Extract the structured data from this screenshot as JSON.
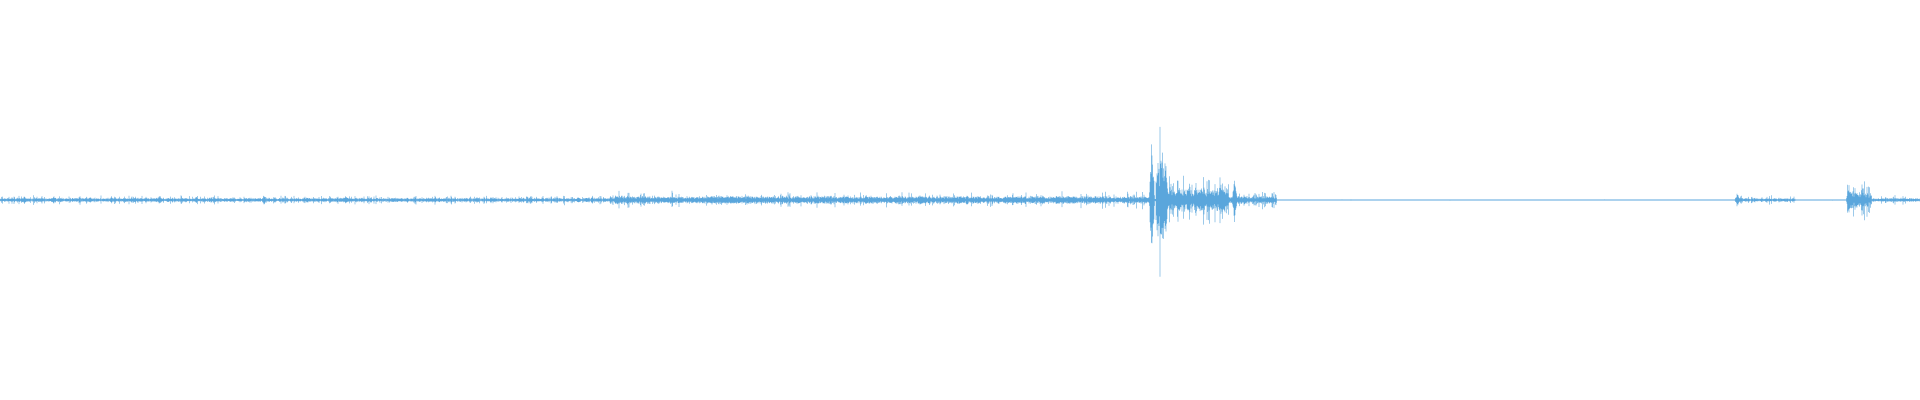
{
  "waveform": {
    "color": "#5aa6dc",
    "background": "#ffffff",
    "duration_fraction_note": "",
    "segments": [
      {
        "start": 0.0,
        "end": 0.32,
        "amplitude": 0.03,
        "spiky": 0.35
      },
      {
        "start": 0.32,
        "end": 0.325,
        "amplitude": 0.07,
        "spiky": 0.2
      },
      {
        "start": 0.325,
        "end": 0.6,
        "amplitude": 0.06,
        "spiky": 0.15
      },
      {
        "start": 0.6,
        "end": 0.602,
        "amplitude": 0.02,
        "spiky": 0.0
      },
      {
        "start": 0.602,
        "end": 0.606,
        "amplitude": 0.5,
        "spiky": 0.6
      },
      {
        "start": 0.606,
        "end": 0.64,
        "amplitude": 0.18,
        "spiky": 0.45
      },
      {
        "start": 0.64,
        "end": 0.665,
        "amplitude": 0.06,
        "spiky": 0.3
      },
      {
        "start": 0.665,
        "end": 0.905,
        "amplitude": 0.004,
        "spiky": 0.05
      },
      {
        "start": 0.905,
        "end": 0.935,
        "amplitude": 0.03,
        "spiky": 0.25
      },
      {
        "start": 0.935,
        "end": 0.962,
        "amplitude": 0.004,
        "spiky": 0.05
      },
      {
        "start": 0.962,
        "end": 0.975,
        "amplitude": 0.12,
        "spiky": 0.45
      },
      {
        "start": 0.975,
        "end": 1.0,
        "amplitude": 0.03,
        "spiky": 0.2
      }
    ],
    "bursts": [
      {
        "center": 0.028,
        "amplitude": 0.06
      },
      {
        "center": 0.058,
        "amplitude": 0.05
      },
      {
        "center": 0.083,
        "amplitude": 0.06
      },
      {
        "center": 0.12,
        "amplitude": 0.05
      },
      {
        "center": 0.18,
        "amplitude": 0.06
      },
      {
        "center": 0.327,
        "amplitude": 0.1
      },
      {
        "center": 0.6,
        "amplitude": 0.98
      },
      {
        "center": 0.605,
        "amplitude": 0.85
      },
      {
        "center": 0.607,
        "amplitude": 0.7
      },
      {
        "center": 0.643,
        "amplitude": 0.35
      },
      {
        "center": 0.905,
        "amplitude": 0.12
      },
      {
        "center": 0.963,
        "amplitude": 0.28
      }
    ]
  }
}
